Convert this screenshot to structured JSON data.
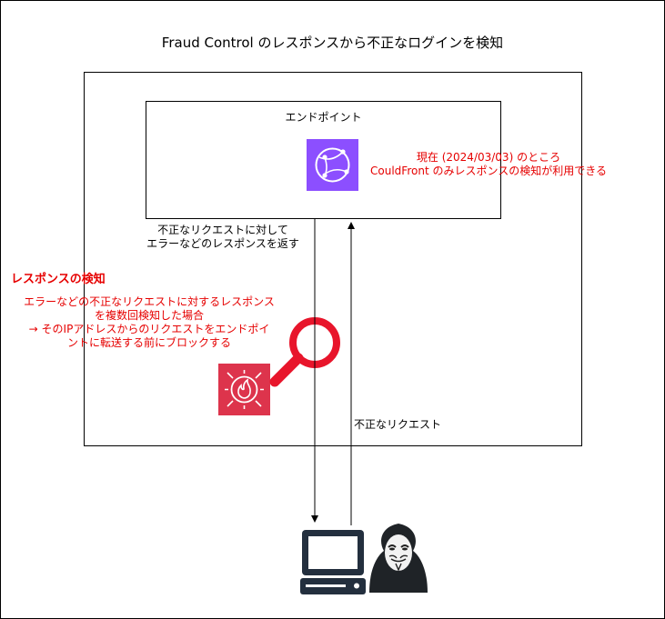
{
  "diagram": {
    "title": "Fraud Control のレスポンスから不正なログインを検知",
    "endpoint_label": "エンドポイント",
    "cloudfront_note": [
      "現在 (2024/03/03) のところ",
      "CouldFront のみレスポンスの検知が利用できる"
    ],
    "response_label": [
      "不正なリクエストに対して",
      "エラーなどのレスポンスを返す"
    ],
    "detection_title": "レスポンスの検知",
    "detection_body": [
      "エラーなどの不正なリクエストに対するレスポンス",
      "を複数回検知した場合",
      "→ そのIPアドレスからのリクエストをエンドポイ",
      "ントに転送する前にブロックする"
    ],
    "request_label": "不正なリクエスト",
    "icons": {
      "cloudfront": "cloudfront-icon",
      "waf": "waf-icon",
      "magnifier": "magnifier-icon",
      "computer": "computer-icon",
      "hacker": "hacker-icon"
    },
    "colors": {
      "cloudfront": "#8c4fff",
      "waf": "#dd344c",
      "note_red": "#e60000"
    }
  }
}
